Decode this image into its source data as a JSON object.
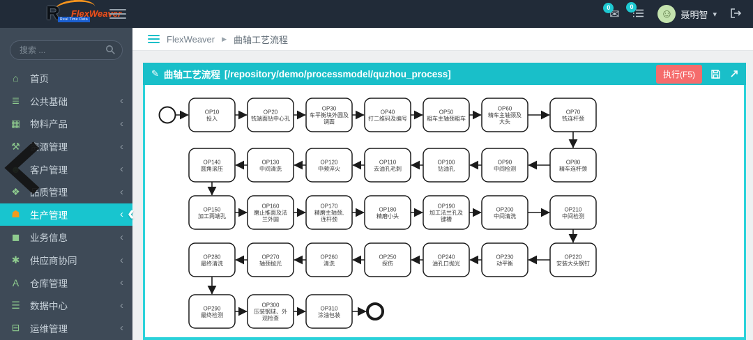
{
  "topbar": {
    "logo_r": "R",
    "logo_sub": "Real Time Data",
    "logo_brand": "FlexWeaver",
    "mail_badge": "0",
    "todo_badge": "0",
    "user_name": "聂明智"
  },
  "sidebar": {
    "search_placeholder": "搜索 ...",
    "chevron_glyph": "‹",
    "active_arrow_glyph": "‹",
    "items": [
      {
        "key": "home",
        "label": "首页",
        "icon": "home-icon",
        "glyph": "⌂",
        "expandable": false,
        "active": false
      },
      {
        "key": "public-base",
        "label": "公共基础",
        "icon": "public-base-icon",
        "glyph": "≣",
        "expandable": true,
        "active": false
      },
      {
        "key": "material",
        "label": "物料产品",
        "icon": "material-grid-icon",
        "glyph": "▦",
        "expandable": true,
        "active": false
      },
      {
        "key": "resource",
        "label": "资源管理",
        "icon": "wrench-icon",
        "glyph": "⚒",
        "expandable": true,
        "active": false
      },
      {
        "key": "customer",
        "label": "客户管理",
        "icon": "customer-icon",
        "glyph": "☻",
        "expandable": true,
        "active": false
      },
      {
        "key": "quality",
        "label": "品质管理",
        "icon": "quality-icon",
        "glyph": "❖",
        "expandable": true,
        "active": false
      },
      {
        "key": "production",
        "label": "生产管理",
        "icon": "production-bag-icon",
        "glyph": "☗",
        "expandable": true,
        "active": true
      },
      {
        "key": "business",
        "label": "业务信息",
        "icon": "briefcase-icon",
        "glyph": "◼",
        "expandable": true,
        "active": false
      },
      {
        "key": "supplier",
        "label": "供应商协同",
        "icon": "gear-icon",
        "glyph": "✱",
        "expandable": true,
        "active": false
      },
      {
        "key": "warehouse",
        "label": "仓库管理",
        "icon": "warehouse-icon",
        "glyph": "A",
        "expandable": true,
        "active": false
      },
      {
        "key": "data-center",
        "label": "数据中心",
        "icon": "data-bars-icon",
        "glyph": "☰",
        "expandable": true,
        "active": false
      },
      {
        "key": "ops",
        "label": "运维管理",
        "icon": "folder-icon",
        "glyph": "⊟",
        "expandable": true,
        "active": false
      }
    ]
  },
  "breadcrumb": {
    "app": "FlexWeaver",
    "separator": "▶",
    "page": "曲轴工艺流程"
  },
  "panel": {
    "edit_glyph": "✎",
    "title": "曲轴工艺流程",
    "path": "[/repository/demo/processmodel/quzhou_process]",
    "run_label": "执行(F5)"
  },
  "colors": {
    "topbar": "#212b38",
    "sidebar": "#3e4a57",
    "accent_cyan": "#19bfc9",
    "active_menu": "#18c5cf",
    "run_button": "#f56c6c",
    "icon_green": "#8ecb8e",
    "icon_orange": "#f29b1d",
    "badge_cyan": "#1ec9d2"
  },
  "flowchart": {
    "start": "start-event",
    "end": "end-event",
    "nodes": [
      {
        "id": "OP10",
        "lines": [
          "投入"
        ],
        "row": 0,
        "col": 0
      },
      {
        "id": "OP20",
        "lines": [
          "铣端面钻中心孔"
        ],
        "row": 0,
        "col": 1
      },
      {
        "id": "OP30",
        "lines": [
          "车平衡块外圆及",
          "调面"
        ],
        "row": 0,
        "col": 2
      },
      {
        "id": "OP40",
        "lines": [
          "打二维码及编号"
        ],
        "row": 0,
        "col": 3
      },
      {
        "id": "OP50",
        "lines": [
          "粗车主轴颈粗车"
        ],
        "row": 0,
        "col": 4
      },
      {
        "id": "OP60",
        "lines": [
          "精车主轴颈及",
          "大头"
        ],
        "row": 0,
        "col": 5
      },
      {
        "id": "OP70",
        "lines": [
          "铣连杆颈"
        ],
        "row": 0,
        "col": 6
      },
      {
        "id": "OP80",
        "lines": [
          "精车连杆颈"
        ],
        "row": 1,
        "col": 6
      },
      {
        "id": "OP90",
        "lines": [
          "中间检测"
        ],
        "row": 1,
        "col": 5
      },
      {
        "id": "OP100",
        "lines": [
          "钻油孔"
        ],
        "row": 1,
        "col": 4
      },
      {
        "id": "OP110",
        "lines": [
          "去油孔毛刺"
        ],
        "row": 1,
        "col": 3
      },
      {
        "id": "OP120",
        "lines": [
          "中频淬火"
        ],
        "row": 1,
        "col": 2
      },
      {
        "id": "OP130",
        "lines": [
          "中间清洗"
        ],
        "row": 1,
        "col": 1
      },
      {
        "id": "OP140",
        "lines": [
          "圆角滚压"
        ],
        "row": 1,
        "col": 0
      },
      {
        "id": "OP150",
        "lines": [
          "加工两端孔"
        ],
        "row": 2,
        "col": 0
      },
      {
        "id": "OP160",
        "lines": [
          "磨止推面及法",
          "兰外圆"
        ],
        "row": 2,
        "col": 1
      },
      {
        "id": "OP170",
        "lines": [
          "精磨主轴颈,",
          "连杆颈"
        ],
        "row": 2,
        "col": 2
      },
      {
        "id": "OP180",
        "lines": [
          "精磨小头"
        ],
        "row": 2,
        "col": 3
      },
      {
        "id": "OP190",
        "lines": [
          "加工法兰孔及",
          "键槽"
        ],
        "row": 2,
        "col": 4
      },
      {
        "id": "OP200",
        "lines": [
          "中间清洗"
        ],
        "row": 2,
        "col": 5
      },
      {
        "id": "OP210",
        "lines": [
          "中间检测"
        ],
        "row": 2,
        "col": 6
      },
      {
        "id": "OP220",
        "lines": [
          "安装大头钢钉"
        ],
        "row": 3,
        "col": 6
      },
      {
        "id": "OP230",
        "lines": [
          "动平衡"
        ],
        "row": 3,
        "col": 5
      },
      {
        "id": "OP240",
        "lines": [
          "油孔口抛光"
        ],
        "row": 3,
        "col": 4
      },
      {
        "id": "OP250",
        "lines": [
          "探伤"
        ],
        "row": 3,
        "col": 3
      },
      {
        "id": "OP260",
        "lines": [
          "清洗"
        ],
        "row": 3,
        "col": 2
      },
      {
        "id": "OP270",
        "lines": [
          "轴颈抛光"
        ],
        "row": 3,
        "col": 1
      },
      {
        "id": "OP280",
        "lines": [
          "最终清洗"
        ],
        "row": 3,
        "col": 0
      },
      {
        "id": "OP290",
        "lines": [
          "最终检测"
        ],
        "row": 4,
        "col": 0
      },
      {
        "id": "OP300",
        "lines": [
          "压装钢球、外",
          "观检查"
        ],
        "row": 4,
        "col": 1
      },
      {
        "id": "OP310",
        "lines": [
          "涂油包装"
        ],
        "row": 4,
        "col": 2
      }
    ]
  }
}
